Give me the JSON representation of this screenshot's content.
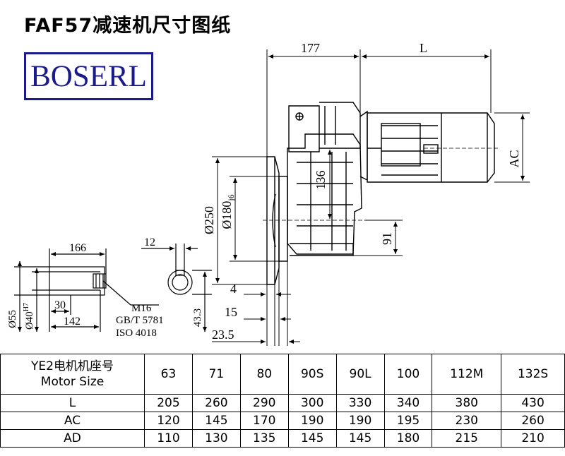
{
  "title": "FAF57减速机尺寸图纸",
  "logo": "BOSERL",
  "dims": {
    "d177": "177",
    "L": "L",
    "AC": "AC",
    "d250": "Ø250",
    "d180": "Ø180",
    "d180_tol": "j6",
    "d136": "136",
    "d91": "91",
    "d4": "4",
    "d15": "15",
    "d23_5": "23.5",
    "d166": "166",
    "d12": "12",
    "d30": "30",
    "d142": "142",
    "d55": "Ø55",
    "d40": "Ø40",
    "d40_tol": "H7",
    "d43_3": "43.3",
    "thread": "M16",
    "std1": "GB/T 5781",
    "std2": "ISO 4018"
  },
  "table": {
    "header_line1": "YE2电机机座号",
    "header_line2": "Motor Size",
    "sizes": [
      "63",
      "71",
      "80",
      "90S",
      "90L",
      "100",
      "112M",
      "132S"
    ],
    "rows": [
      {
        "label": "L",
        "values": [
          "205",
          "260",
          "290",
          "300",
          "330",
          "340",
          "380",
          "430"
        ]
      },
      {
        "label": "AC",
        "values": [
          "120",
          "145",
          "170",
          "190",
          "190",
          "195",
          "230",
          "260"
        ]
      },
      {
        "label": "AD",
        "values": [
          "110",
          "130",
          "135",
          "145",
          "145",
          "180",
          "215",
          "210"
        ]
      }
    ]
  }
}
